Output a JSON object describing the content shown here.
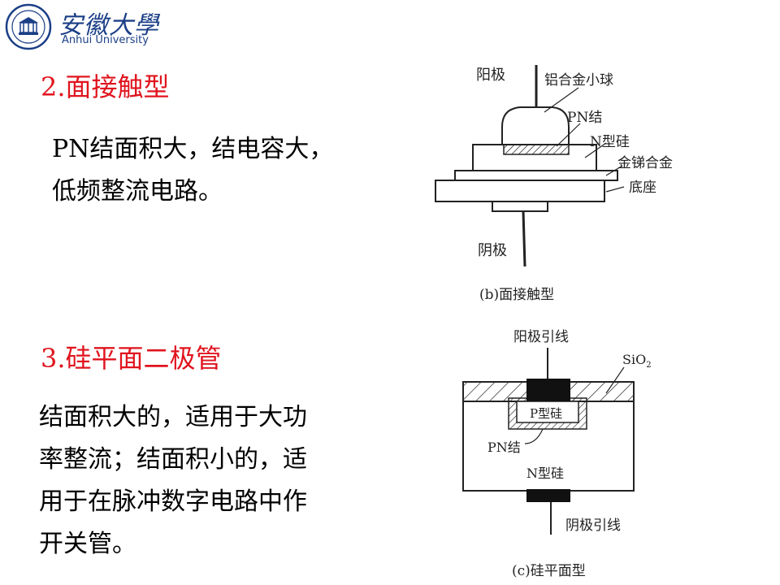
{
  "logo": {
    "cn": "安徽大學",
    "en": "Anhui University"
  },
  "section2": {
    "heading": "2.面接触型",
    "lines": [
      "PN结面积大，结电容大，",
      "低频整流电路。"
    ]
  },
  "section3": {
    "heading": "3.硅平面二极管",
    "lines": [
      "结面积大的，适用于大功",
      "率整流；结面积小的，适",
      "用于在脉冲数字电路中作",
      "开关管。"
    ]
  },
  "figure_b": {
    "anode": "阳极",
    "al_ball": "铝合金小球",
    "pn": "PN结",
    "n_si": "N型硅",
    "alloy": "金锑合金",
    "base": "底座",
    "cathode": "阴极",
    "caption": "(b)面接触型"
  },
  "figure_c": {
    "anode_lead": "阳极引线",
    "sio2": "SiO",
    "sio2_sub": "2",
    "p_si": "P型硅",
    "pn": "PN结",
    "n_si": "N型硅",
    "cathode_lead": "阴极引线",
    "caption": "(c)硅平面型"
  },
  "colors": {
    "heading": "#e0141e",
    "logo": "#1b3f87"
  }
}
